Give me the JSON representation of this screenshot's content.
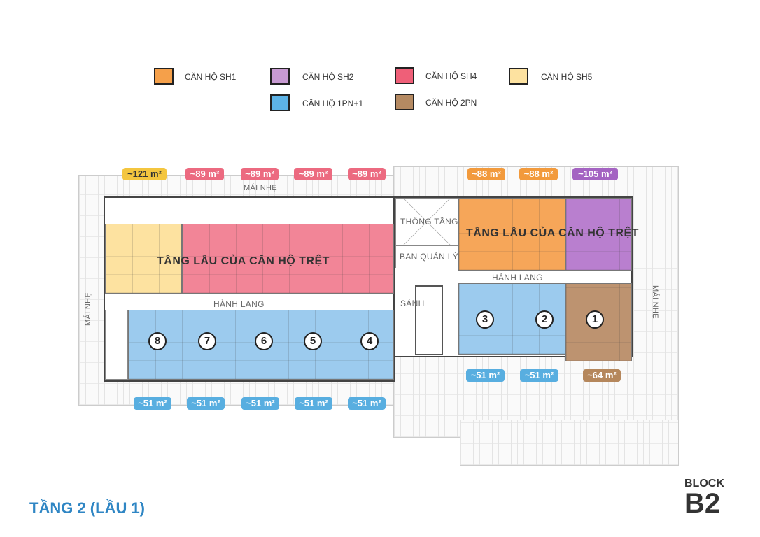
{
  "legend": [
    {
      "label": "CĂN HỘ SH1",
      "color": "#f5a04a"
    },
    {
      "label": "CĂN HỘ SH2",
      "color": "#c79ad2"
    },
    {
      "label": "CĂN HỘ SH4",
      "color": "#ef5f78"
    },
    {
      "label": "CĂN HỘ SH5",
      "color": "#fde2a0"
    },
    {
      "label": "CĂN HỘ 1PN+1",
      "color": "#5db3e6"
    },
    {
      "label": "CĂN HỘ 2PN",
      "color": "#b58a62"
    }
  ],
  "labels": {
    "mai_nhe": "MÁI NHẸ",
    "hanh_lang": "HÀNH LANG",
    "thong_tang": "THÔNG TẦNG",
    "ban_quan_ly": "BAN QUẢN LÝ",
    "sanh": "SẢNH",
    "tang_lau": "TẦNG LẦU CỦA CĂN HỘ TRỆT"
  },
  "areas_top": [
    "~121 m²",
    "~89 m²",
    "~89 m²",
    "~89 m²",
    "~89 m²",
    "~88 m²",
    "~88 m²",
    "~105 m²"
  ],
  "areas_bottom": [
    "~51 m²",
    "~51 m²",
    "~51 m²",
    "~51 m²",
    "~51 m²",
    "~51 m²",
    "~51 m²",
    "~64 m²"
  ],
  "unit_numbers": [
    "8",
    "7",
    "6",
    "5",
    "4",
    "3",
    "2",
    "1"
  ],
  "title": "TẦNG 2 (LẦU 1)",
  "block": {
    "label": "BLOCK",
    "name": "B2"
  }
}
